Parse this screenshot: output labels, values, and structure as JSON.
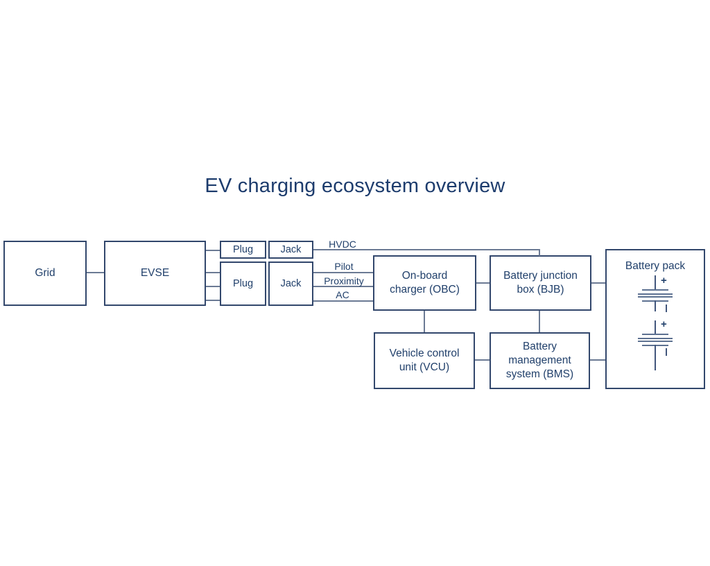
{
  "title": "EV charging ecosystem overview",
  "boxes": {
    "grid": {
      "label": "Grid"
    },
    "evse": {
      "label": "EVSE"
    },
    "plug_top": {
      "label": "Plug"
    },
    "jack_top": {
      "label": "Jack"
    },
    "plug_bottom": {
      "label": "Plug"
    },
    "jack_bottom": {
      "label": "Jack"
    },
    "obc": {
      "label": "On-board charger (OBC)"
    },
    "bjb": {
      "label": "Battery junction box (BJB)"
    },
    "vcu": {
      "label": "Vehicle control unit (VCU)"
    },
    "bms": {
      "label": "Battery management system (BMS)"
    },
    "battery_pack": {
      "label": "Battery pack"
    }
  },
  "connection_labels": {
    "hvdc": "HVDC",
    "pilot": "Pilot",
    "proximity": "Proximity",
    "ac": "AC"
  },
  "battery_symbol": {
    "plus": "+"
  },
  "colors": {
    "text": "#21406b",
    "box_border": "#32476c",
    "connector": "#6b7a94",
    "battery_plate": "#5d7191",
    "background": "#ffffff"
  }
}
